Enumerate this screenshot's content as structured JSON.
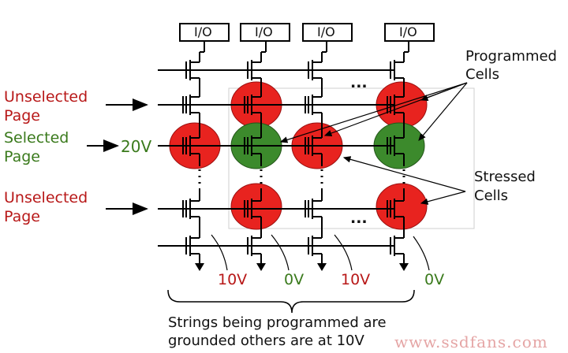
{
  "io_labels": [
    "I/O",
    "I/O",
    "I/O",
    "I/O"
  ],
  "left_labels": {
    "unselected_top": [
      "Unselected",
      "Page"
    ],
    "selected": [
      "Selected",
      "Page"
    ],
    "unselected_bottom": [
      "Unselected",
      "Page"
    ]
  },
  "gate_voltage": "20V",
  "dots_h": "...",
  "right_labels": {
    "programmed": [
      "Programmed",
      "Cells"
    ],
    "stressed": [
      "Stressed",
      "Cells"
    ]
  },
  "bitline_voltages": [
    "10V",
    "0V",
    "10V",
    "0V"
  ],
  "caption": [
    "Strings being programmed are",
    "grounded others are at 10V"
  ],
  "watermark": "www.ssdfans.com",
  "colors": {
    "programmed": "#e8231f",
    "stressed": "#3c8a2c",
    "unselected_text": "#b81818",
    "selected_text": "#3a7a1c"
  }
}
